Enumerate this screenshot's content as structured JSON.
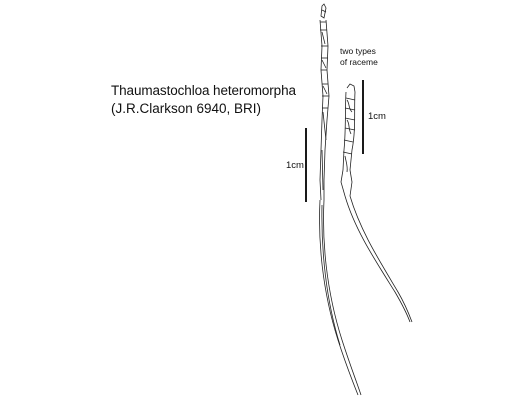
{
  "figure": {
    "species_name": "Thaumastochloa heteromorpha",
    "collection_ref": "(J.R.Clarkson 6940, BRI)",
    "note_line1": "two types",
    "note_line2": "of raceme",
    "scale_left_label": "1cm",
    "scale_right_label": "1cm"
  }
}
